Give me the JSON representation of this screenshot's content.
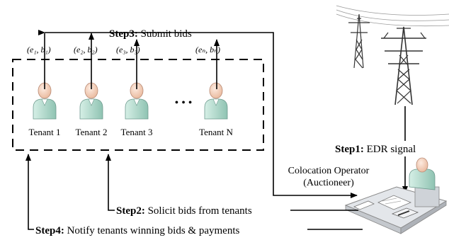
{
  "steps": {
    "step1": {
      "label": "Step1:",
      "text": " EDR signal"
    },
    "step2": {
      "label": "Step2:",
      "text": " Solicit bids from tenants"
    },
    "step3": {
      "label": "Step3:",
      "text": " Submit bids"
    },
    "step4": {
      "label": "Step4:",
      "text": " Notify tenants winning bids & payments"
    }
  },
  "tenants": [
    {
      "name": "Tenant 1",
      "bid": "(e₁, b₁)"
    },
    {
      "name": "Tenant 2",
      "bid": "(e₂, b₂)"
    },
    {
      "name": "Tenant 3",
      "bid": "(e₃, b₃)"
    },
    {
      "name": "Tenant N",
      "bid": "(eₙ, bₙ)"
    }
  ],
  "ellipsis": "• • •",
  "operator": {
    "line1": "Colocation Operator",
    "line2": "(Auctioneer)"
  },
  "icons": {
    "tenant": "person-icon",
    "tower": "power-tower-icon",
    "operator": "operator-desk-icon"
  },
  "colors": {
    "skin": "#f6d6c0",
    "body": "#b9ddd0",
    "desk": "#dfe2e6",
    "line": "#000000"
  }
}
